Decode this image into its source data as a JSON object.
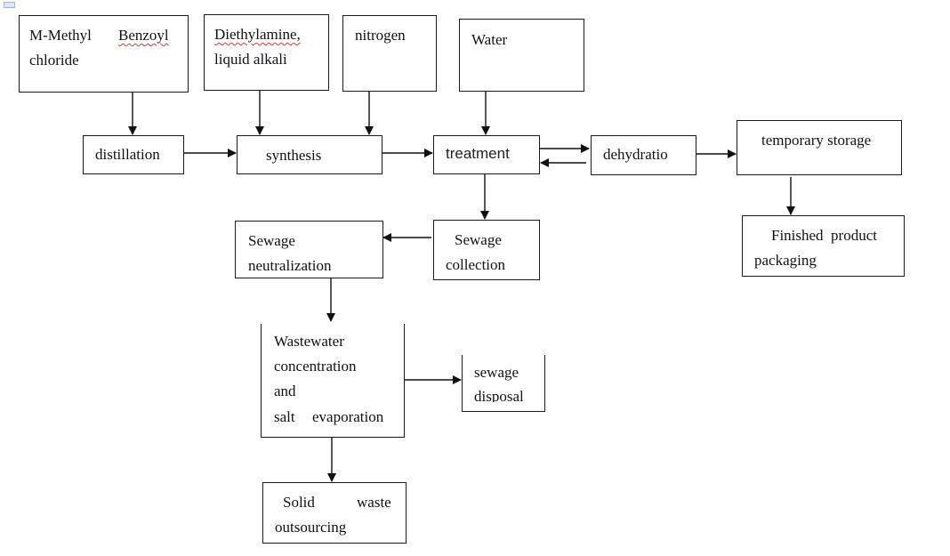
{
  "diagram": {
    "type": "process-flow",
    "nodes": {
      "mmbc": {
        "line1a": "M-Methyl",
        "line1b": "Benzoyl",
        "line2": "chloride"
      },
      "dea": {
        "line1": "Diethylamine,",
        "line2": "liquid alkali"
      },
      "nitrogen": {
        "line1": "nitrogen"
      },
      "water": {
        "line1": "Water"
      },
      "distillation": {
        "line1": "distillation"
      },
      "synthesis": {
        "line1": "synthesis"
      },
      "treatment": {
        "line1": "treatment"
      },
      "dehydration": {
        "line1": "dehydratio"
      },
      "temp_storage": {
        "line1": "temporary storage"
      },
      "finished": {
        "line1": "Finished  product",
        "line2": "packaging"
      },
      "sewage_collection": {
        "line1": "Sewage",
        "line2": "collection"
      },
      "sewage_neutralization": {
        "line1": "Sewage",
        "line2": "neutralization"
      },
      "wastewater": {
        "line1": "Wastewater",
        "line2": "concentration",
        "line3": "and",
        "line4a": "salt",
        "line4b": "evaporation"
      },
      "sewage_disposal": {
        "line1": "sewage",
        "line2": "disposal"
      },
      "solid_waste": {
        "line1a": "Solid",
        "line1b": "waste",
        "line2": "outsourcing"
      }
    },
    "edges": [
      {
        "from": "M-Methyl Benzoyl chloride",
        "to": "distillation"
      },
      {
        "from": "Diethylamine, liquid alkali",
        "to": "synthesis"
      },
      {
        "from": "nitrogen",
        "to": "synthesis"
      },
      {
        "from": "distillation",
        "to": "synthesis"
      },
      {
        "from": "synthesis",
        "to": "treatment"
      },
      {
        "from": "Water",
        "to": "treatment"
      },
      {
        "from": "treatment",
        "to": "dehydratio"
      },
      {
        "from": "dehydratio",
        "to": "treatment"
      },
      {
        "from": "dehydratio",
        "to": "temporary storage"
      },
      {
        "from": "temporary storage",
        "to": "Finished product packaging"
      },
      {
        "from": "treatment",
        "to": "Sewage collection"
      },
      {
        "from": "Sewage collection",
        "to": "Sewage neutralization"
      },
      {
        "from": "Sewage neutralization",
        "to": "Wastewater concentration and salt evaporation"
      },
      {
        "from": "Wastewater concentration and salt evaporation",
        "to": "sewage disposal"
      },
      {
        "from": "Wastewater concentration and salt evaporation",
        "to": "Solid waste outsourcing"
      }
    ]
  }
}
